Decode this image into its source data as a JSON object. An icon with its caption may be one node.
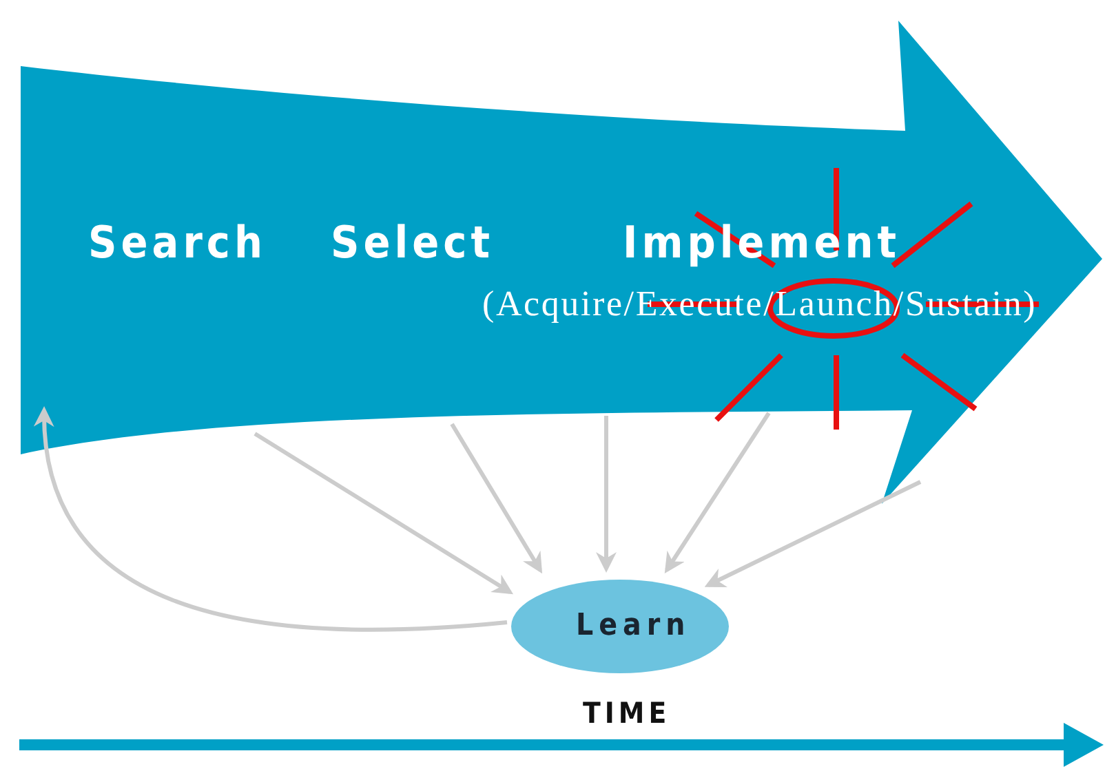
{
  "diagram": {
    "nodes": [
      {
        "text": [
          "Search",
          "Select",
          "Implement",
          "(Acquire/Execute/Launch/Sustain)"
        ]
      },
      {
        "text": [
          "Learn"
        ]
      }
    ],
    "edges": [
      {
        "from": 0,
        "to": 1,
        "arrow": "to"
      },
      {
        "from": 0,
        "to": 1,
        "arrow": "to"
      },
      {
        "from": 0,
        "to": 1,
        "arrow": "to"
      },
      {
        "from": 0,
        "to": 1,
        "arrow": "to"
      },
      {
        "from": 0,
        "to": 1,
        "arrow": "to"
      },
      {
        "from": 1,
        "to": 0,
        "arrow": "to"
      }
    ],
    "labels": [
      "TIME"
    ]
  }
}
